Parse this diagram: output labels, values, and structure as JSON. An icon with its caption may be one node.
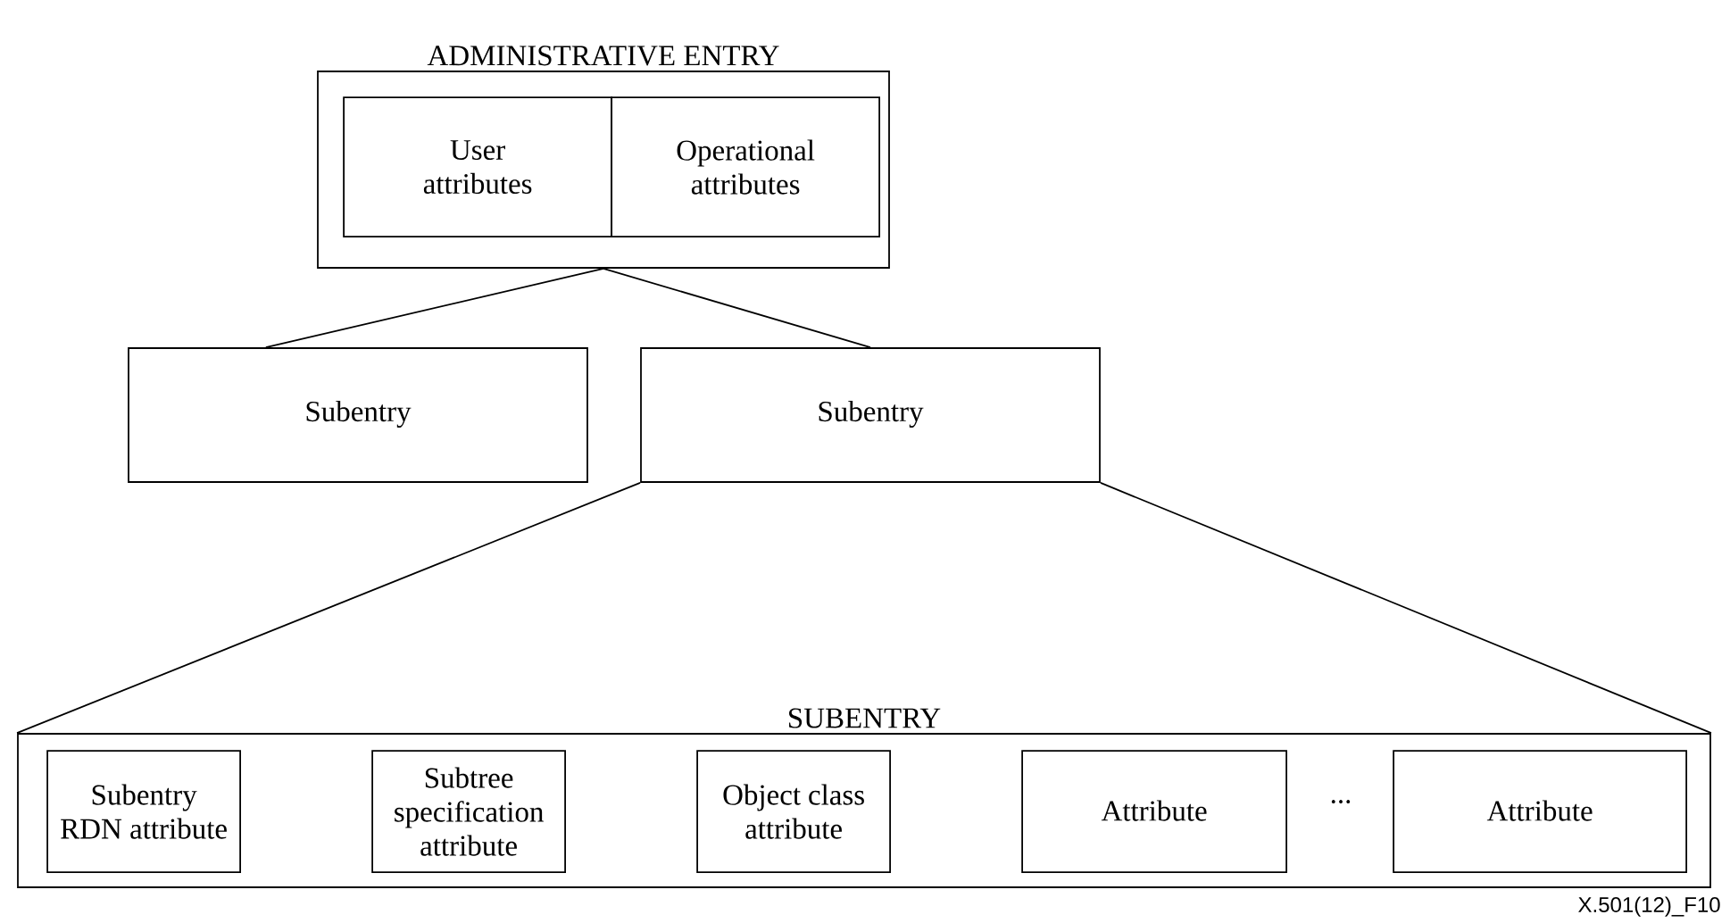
{
  "diagram": {
    "nodes": [
      {
        "text": [
          "ADMINISTRATIVE ENTRY"
        ]
      },
      {
        "text": [
          "User attributes"
        ],
        "in": 0
      },
      {
        "text": [
          "Operational attributes"
        ],
        "in": 0
      },
      {
        "text": [
          "Subentry"
        ]
      },
      {
        "text": [
          "Subentry"
        ]
      },
      {
        "text": [
          "SUBENTRY"
        ]
      },
      {
        "text": [
          "Subentry RDN attribute"
        ],
        "in": 5
      },
      {
        "text": [
          "Subtree specification attribute"
        ],
        "in": 5
      },
      {
        "text": [
          "Object class attribute"
        ],
        "in": 5
      },
      {
        "text": [
          "Attribute"
        ],
        "in": 5
      },
      {
        "text": [
          "Attribute"
        ],
        "in": 5
      }
    ],
    "edges": [
      {
        "from": 0,
        "to": 3,
        "arrow": "none"
      },
      {
        "from": 0,
        "to": 4,
        "arrow": "none"
      },
      {
        "from": 4,
        "to": 5,
        "arrow": "none"
      },
      {
        "from": 4,
        "to": 5,
        "arrow": "none"
      }
    ],
    "labels": [
      "...",
      "X.501(12)_F10"
    ]
  }
}
